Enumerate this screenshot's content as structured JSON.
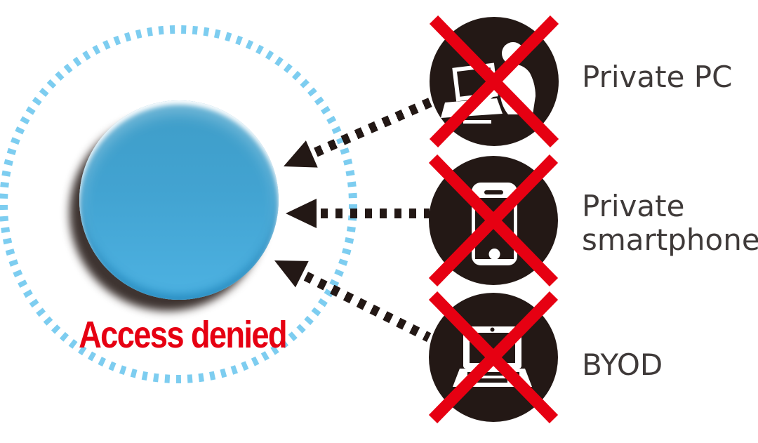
{
  "diagram": {
    "title": "Access denied",
    "center": {
      "label": "Access denied",
      "sphere_icon": "blue-sphere-icon",
      "ring_icon": "dotted-ring-icon"
    },
    "blocked_items": [
      {
        "label": "Private PC",
        "icon": "person-at-laptop-icon",
        "status": "denied"
      },
      {
        "label": "Private smartphone",
        "icon": "smartphone-icon",
        "status": "denied"
      },
      {
        "label": "BYOD",
        "icon": "laptop-icon",
        "status": "denied"
      }
    ],
    "colors": {
      "denied_red": "#e60012",
      "dark": "#231815",
      "ring_blue": "#7dcdf0",
      "sphere_top": "#3e9dc8",
      "sphere_bottom": "#4db2e2",
      "label_text": "#3f3a39",
      "panel_background": "#ffffff",
      "icon_foreground": "#ffffff"
    }
  }
}
